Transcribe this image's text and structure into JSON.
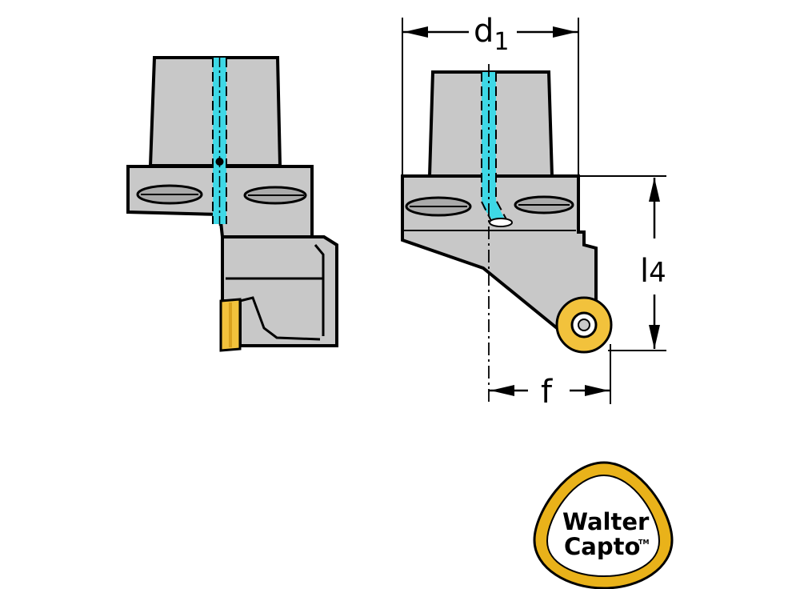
{
  "labels": {
    "d1_main": "d",
    "d1_sub": "1",
    "l4_main": "l",
    "l4_sub": "4",
    "f": "f"
  },
  "logo": {
    "line1": "Walter",
    "line2": "Capto",
    "tm": "TM"
  },
  "colors": {
    "body_gray": "#c8c8c8",
    "outline": "#000000",
    "coolant": "#3ed8e6",
    "insert_yellow": "#f2c23c",
    "insert_gold": "#d9a21e",
    "logo_gold": "#e9b21a"
  }
}
